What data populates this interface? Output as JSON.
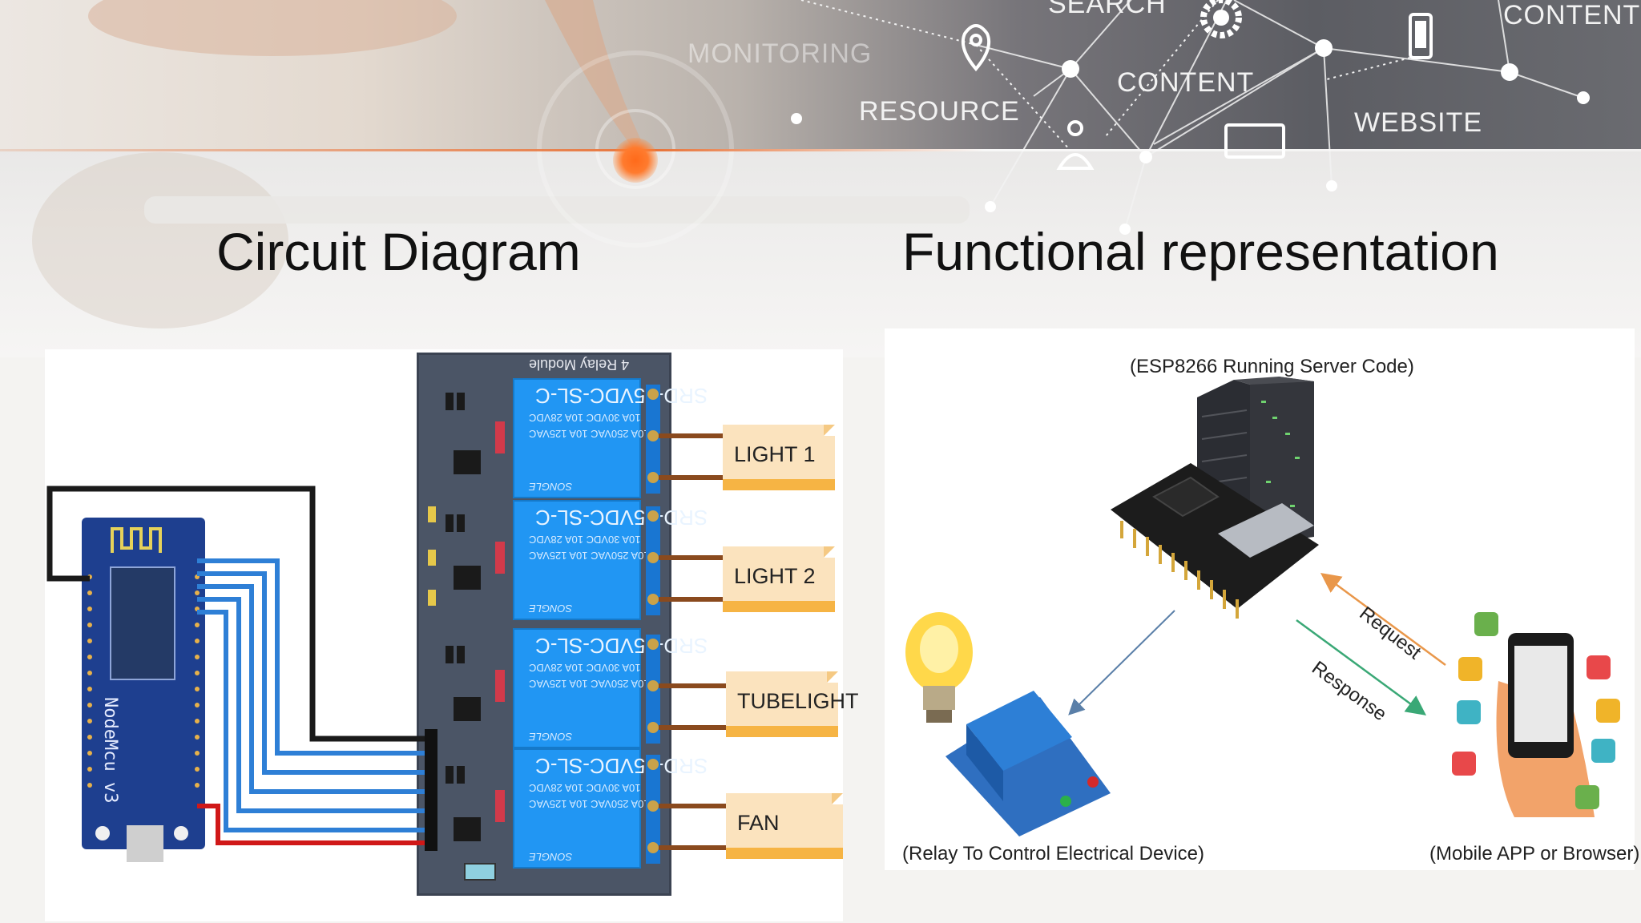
{
  "banner": {
    "words": [
      "MONITORING",
      "RESOURCE",
      "SEARCH",
      "CONTENT",
      "WEBSITE",
      "CONTENT"
    ]
  },
  "titles": {
    "left": "Circuit Diagram",
    "right": "Functional representation"
  },
  "circuit": {
    "module_title": "4 Relay Module",
    "relay_model": "SRD-05VDC-SL-C",
    "relay_rating_1": "10A 250VAC 10A 125VAC",
    "relay_rating_2": "10A 30VDC 10A 28VDC",
    "relay_brand": "SONGLE",
    "board_label": "NodeMcu v3",
    "loads": [
      "LIGHT 1",
      "LIGHT 2",
      "TUBELIGHT",
      "FAN"
    ],
    "wire_colors": {
      "ground": "#1a1a1a",
      "signal": "#2e7fd6",
      "power": "#d01818",
      "load": "#8a4a1e"
    }
  },
  "functional": {
    "server_caption": "(ESP8266 Running Server Code)",
    "relay_caption": "(Relay To Control Electrical Device)",
    "mobile_caption": "(Mobile APP or Browser)",
    "request_label": "Request",
    "response_label": "Response",
    "arrow_colors": {
      "request": "#e9974a",
      "response": "#3aa876",
      "relay": "#5a7fa8"
    }
  }
}
